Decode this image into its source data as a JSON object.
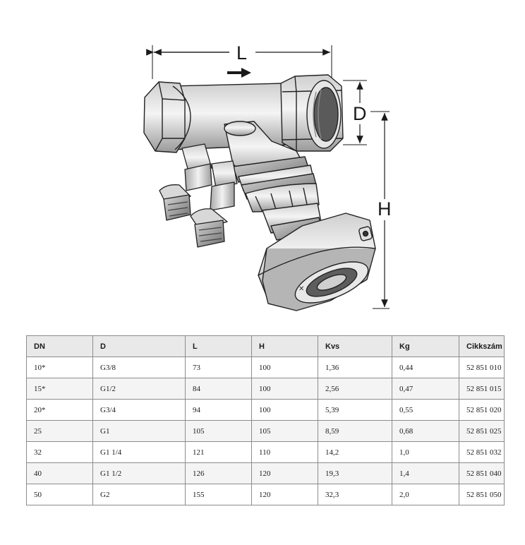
{
  "drawing": {
    "label_length": "L",
    "label_diameter": "D",
    "label_height": "H"
  },
  "table": {
    "headers": [
      "DN",
      "D",
      "L",
      "H",
      "Kvs",
      "Kg",
      "Cikkszám"
    ],
    "rows": [
      [
        "10*",
        "G3/8",
        "73",
        "100",
        "1,36",
        "0,44",
        "52 851 010"
      ],
      [
        "15*",
        "G1/2",
        "84",
        "100",
        "2,56",
        "0,47",
        "52 851 015"
      ],
      [
        "20*",
        "G3/4",
        "94",
        "100",
        "5,39",
        "0,55",
        "52 851 020"
      ],
      [
        "25",
        "G1",
        "105",
        "105",
        "8,59",
        "0,68",
        "52 851 025"
      ],
      [
        "32",
        "G1 1/4",
        "121",
        "110",
        "14,2",
        "1,0",
        "52 851 032"
      ],
      [
        "40",
        "G1 1/2",
        "126",
        "120",
        "19,3",
        "1,4",
        "52 851 040"
      ],
      [
        "50",
        "G2",
        "155",
        "120",
        "32,3",
        "2,0",
        "52 851 050"
      ]
    ]
  }
}
